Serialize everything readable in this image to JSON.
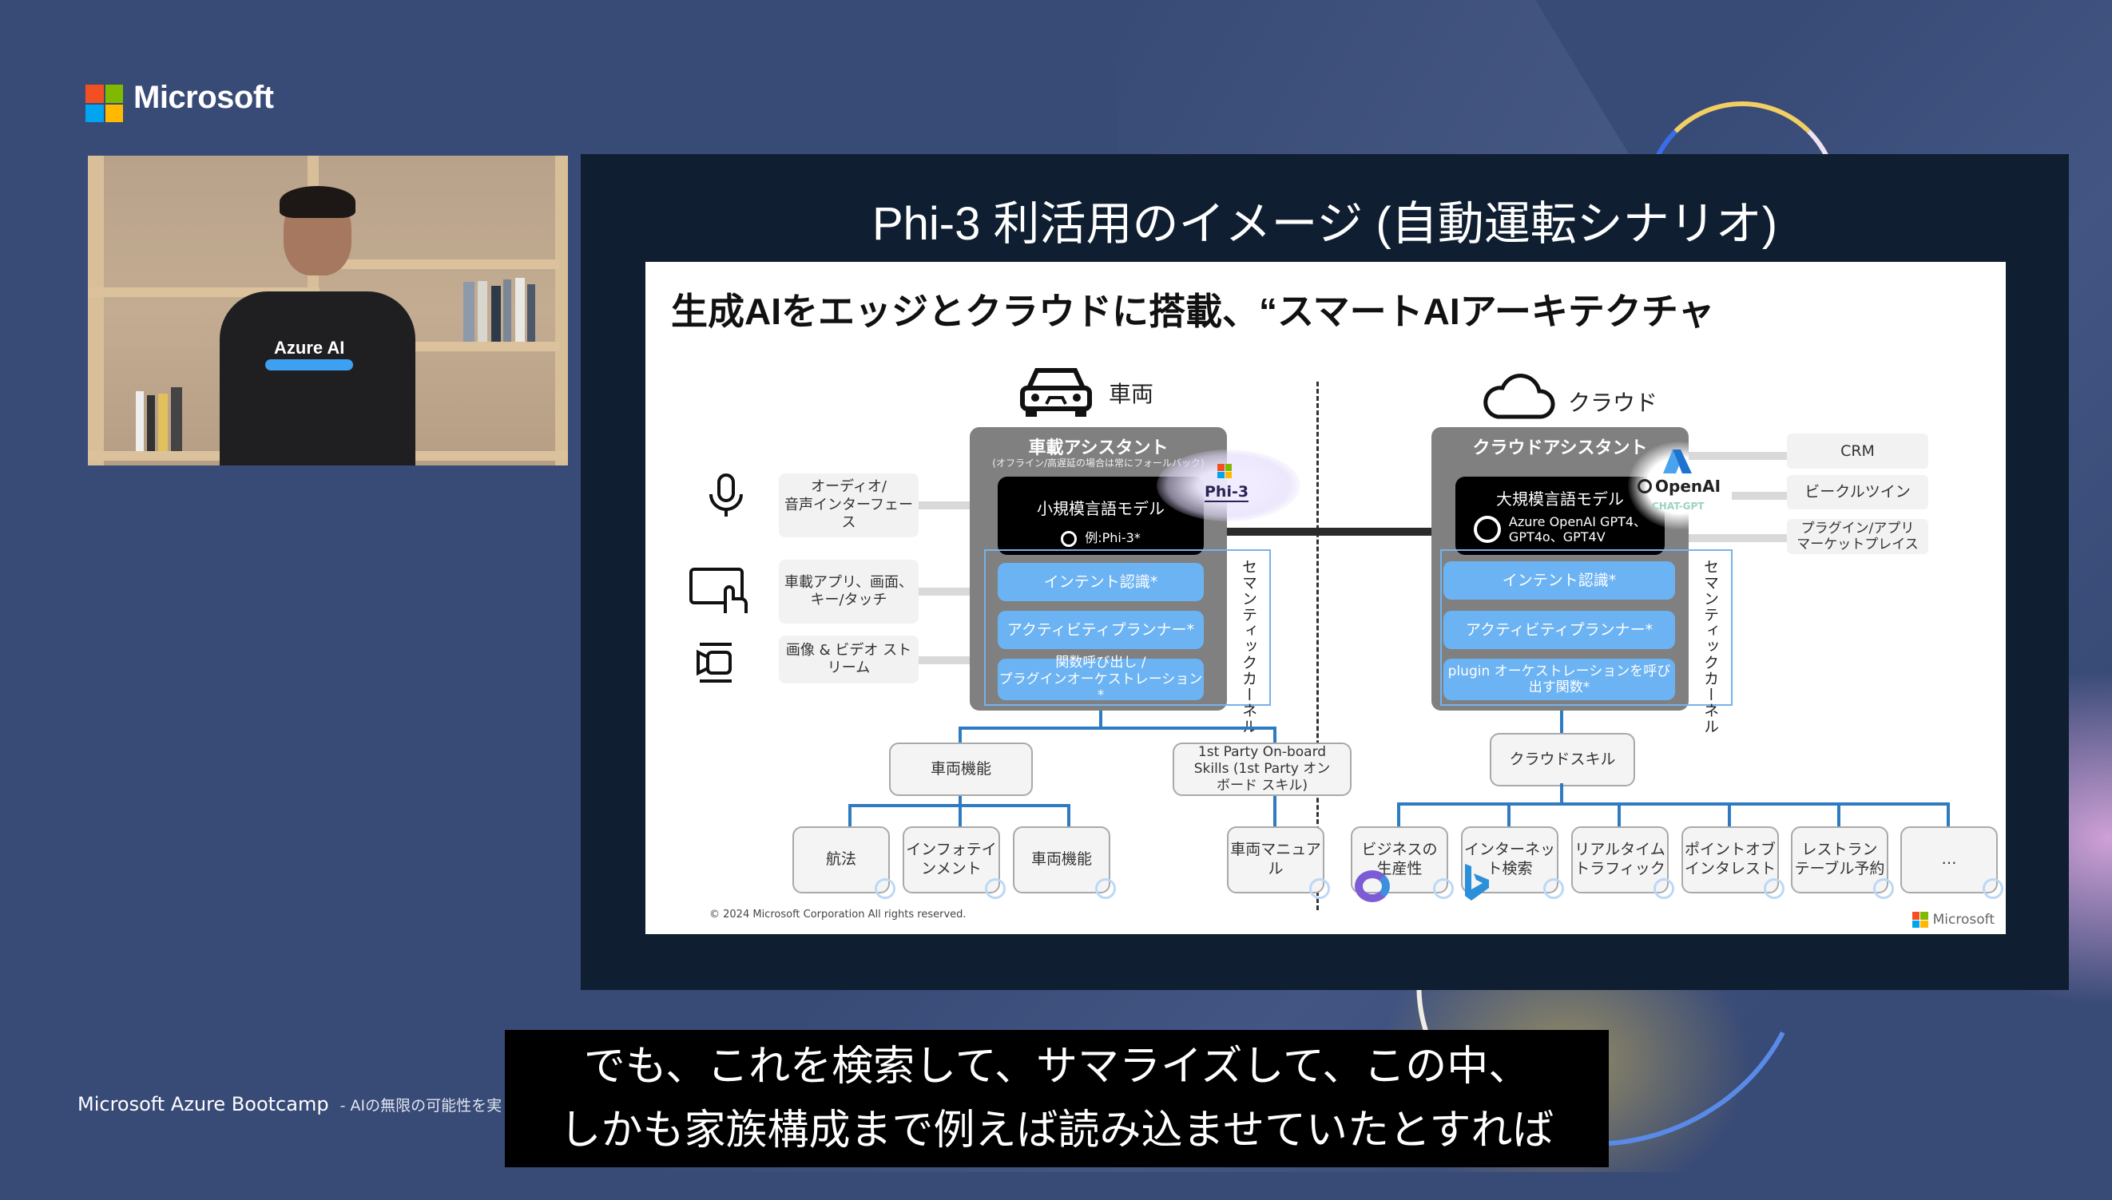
{
  "brand": {
    "name": "Microsoft",
    "logo_colors": [
      "#f25022",
      "#7fba00",
      "#00a4ef",
      "#ffb900"
    ]
  },
  "video": {
    "shirt_text": "Azure AI"
  },
  "slide": {
    "title": "Phi-3 利活用のイメージ (自動運転シナリオ)",
    "heading": "生成AIをエッジとクラウドに搭載、“スマートAIアーキテクチャ",
    "vehicle": {
      "label": "車両",
      "icon": "car-icon",
      "inputs": [
        {
          "icon": "microphone-icon",
          "label": "オーディオ/\n音声インターフェース"
        },
        {
          "icon": "touch-screen-icon",
          "label": "車載アプリ、画面、\nキー/タッチ"
        },
        {
          "icon": "video-camera-icon",
          "label": "画像 & ビデオ スト\nリーム"
        }
      ],
      "assistant": {
        "title": "車載アシスタント",
        "subtitle": "(オフライン/高遅延の場合は常にフォールバック)",
        "model_title": "小規模言語モデル",
        "model_example": "例:Phi-3*",
        "badge": "Phi-3"
      },
      "semantic_kernel": {
        "label": "セマンティックカーネル",
        "items": [
          "インテント認識*",
          "アクティビティプランナー*",
          "関数呼び出し /\nプラグインオーケストレーション*"
        ]
      },
      "tree": {
        "branches": [
          {
            "label": "車両機能",
            "children": [
              "航法",
              "インフォテイ\nンメント",
              "車両機能"
            ]
          },
          {
            "label": "1st Party On-board\nSkills (1st Party オン\nボード スキル)",
            "children": [
              "車両マニュア\nル"
            ]
          }
        ]
      }
    },
    "cloud": {
      "label": "クラウド",
      "icon": "cloud-icon",
      "assistant": {
        "title": "クラウドアシスタント",
        "model_title": "大規模言語モデル",
        "model_example": "Azure OpenAI GPT4、\nGPT4o、GPT4V",
        "badge": "OpenAI",
        "badge_sub": "CHAT-GPT"
      },
      "semantic_kernel": {
        "label": "セマンティックカーネル",
        "items": [
          "インテント認識*",
          "アクティビティプランナー*",
          "plugin オーケストレーションを呼び\n出す関数*"
        ]
      },
      "external": [
        "CRM",
        "ビークルツイン",
        "プラグイン/アプリ\nマーケットプレイス"
      ],
      "tree": {
        "root": "クラウドスキル",
        "children": [
          "ビジネスの\n生産性",
          "インターネッ\nト検索",
          "リアルタイム\nトラフィック",
          "ポイントオブ\nインタレスト",
          "レストラン\nテーブル予約",
          "…"
        ]
      }
    },
    "copyright": "© 2024 Microsoft Corporation All rights reserved.",
    "footer_brand": "Microsoft"
  },
  "footer": {
    "event": "Microsoft Azure Bootcamp",
    "tagline": "- AIの無限の可能性を実"
  },
  "subtitle": {
    "line1": "でも、これを検索して、サマライズして、この中、",
    "line2": "しかも家族構成まで例えば読み込ませていたとすれば"
  }
}
